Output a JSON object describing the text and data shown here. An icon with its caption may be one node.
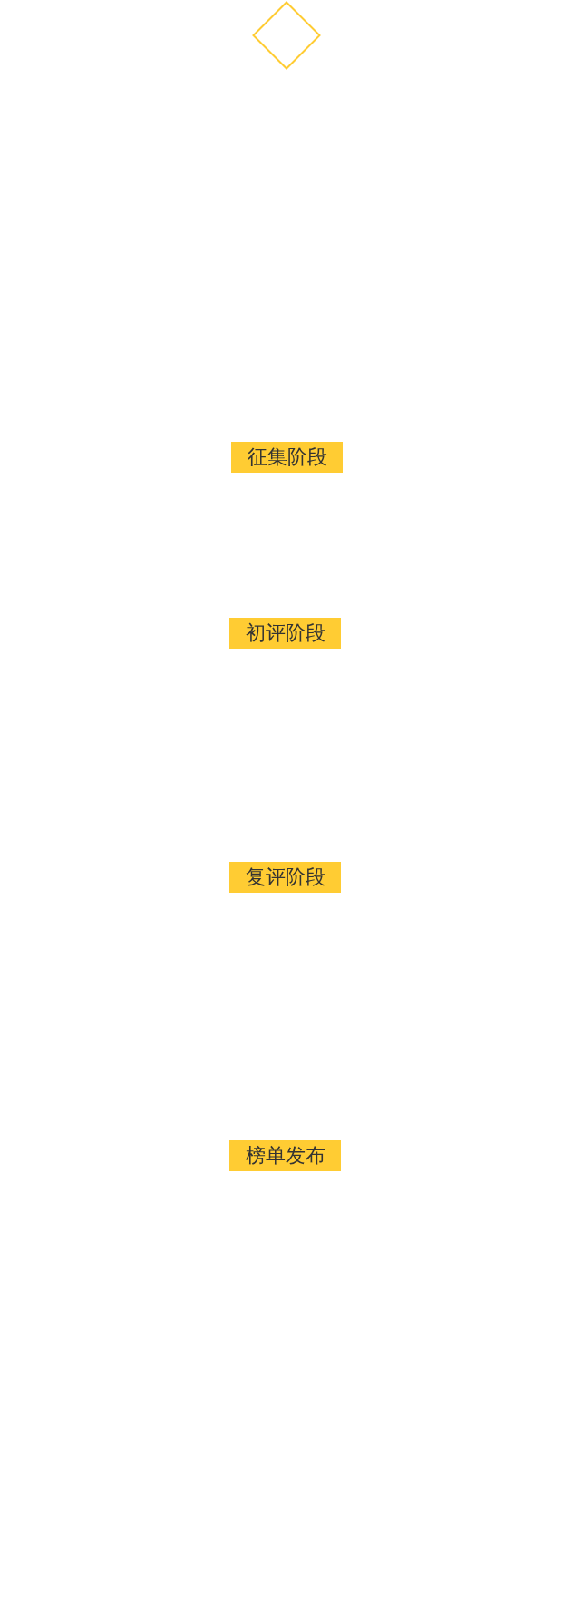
{
  "diagram": {
    "nodes": [
      {
        "text": [],
        "shape": "diamond"
      },
      {
        "text": [
          "征集阶段"
        ]
      },
      {
        "text": [
          "初评阶段"
        ]
      },
      {
        "text": [
          "复评阶段"
        ]
      },
      {
        "text": [
          "榜单发布"
        ]
      }
    ]
  }
}
